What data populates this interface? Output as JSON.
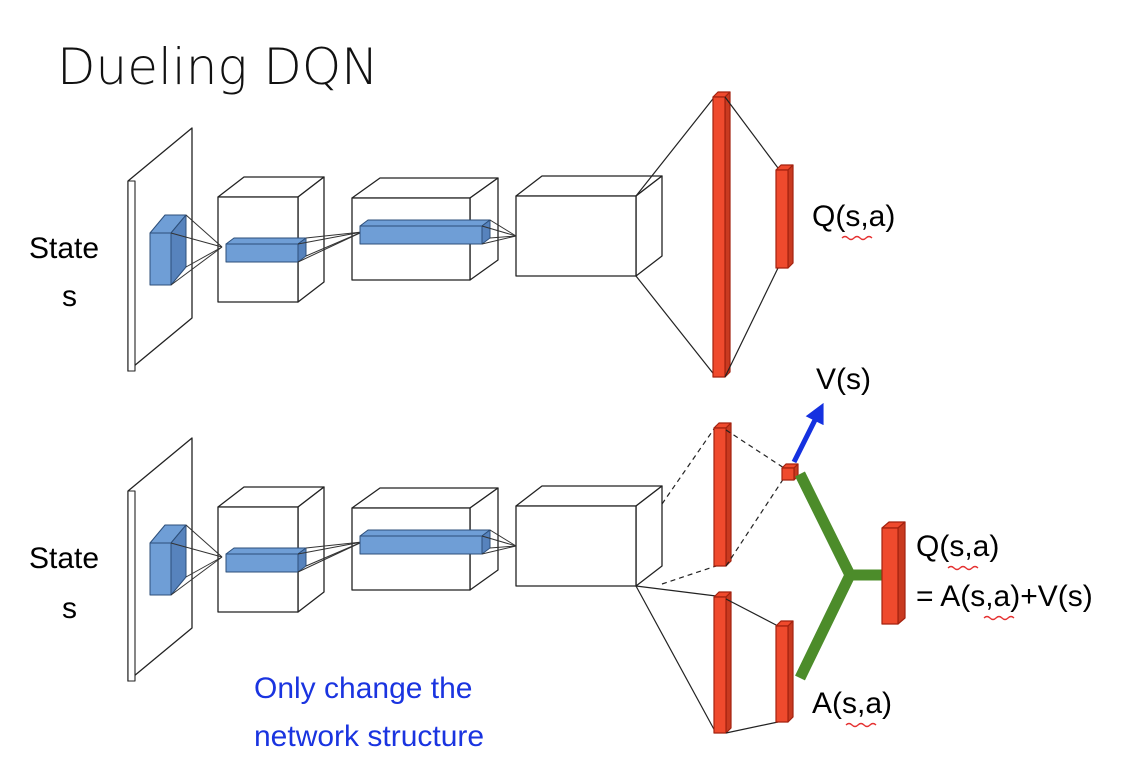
{
  "title": "Dueling DQN",
  "top_network": {
    "input_label_line1": "State",
    "input_label_line2": "s",
    "output_label": "Q(s,a)"
  },
  "bottom_network": {
    "input_label_line1": "State",
    "input_label_line2": "s",
    "value_label": "V(s)",
    "advantage_label": "A(s,a)",
    "q_label_line1": "Q(s,a)",
    "q_label_line2": "= A(s,a)+V(s)"
  },
  "note": {
    "line1": "Only change the",
    "line2": "network structure"
  },
  "colors": {
    "layer_fill": "#ef4a2d",
    "layer_stroke": "#a3220f",
    "filter_fill": "#6f9ed6",
    "filter_stroke": "#2d4f7a",
    "merge_green": "#4c8c2a",
    "arrow_blue": "#1531e0",
    "note_blue": "#1a34e0"
  }
}
